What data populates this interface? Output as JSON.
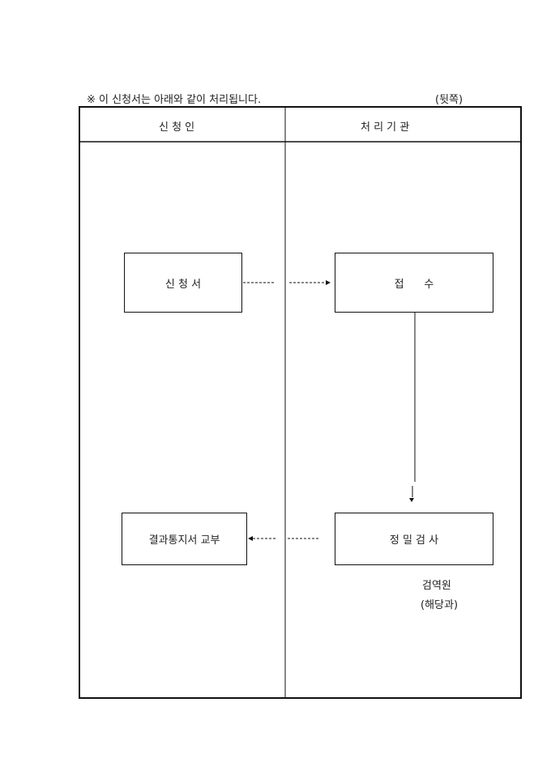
{
  "header": {
    "note": "※ 이 신청서는 아래와 같이 처리됩니다.",
    "side": "(뒷쪽)"
  },
  "columns": [
    "신 청 인",
    "처 리 기 관"
  ],
  "steps": {
    "application": "신 청 서",
    "receipt": "접      수",
    "inspection": "정 밀 검 사",
    "result": "결과통지서 교부"
  },
  "inspector": {
    "name": "검역원",
    "dept": "(해당과)"
  }
}
